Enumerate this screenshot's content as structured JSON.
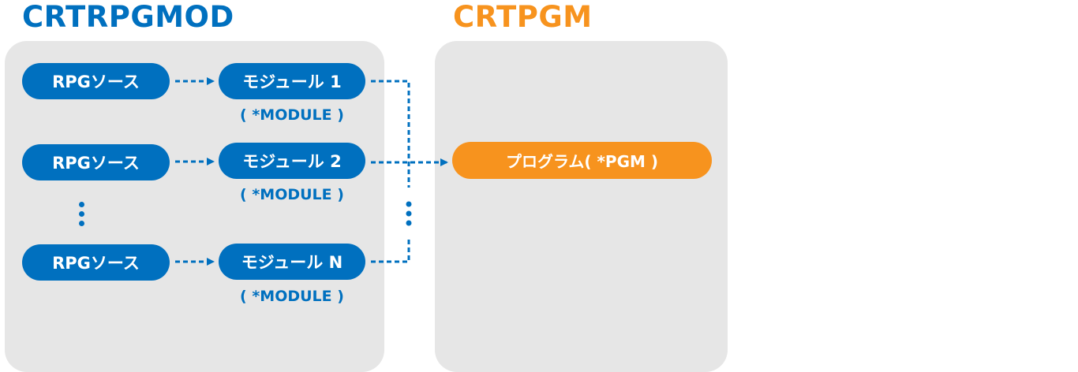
{
  "titles": {
    "left": "CRTRPGMOD",
    "right": "CRTPGM"
  },
  "colors": {
    "blue": "#0070bf",
    "orange": "#f7931e",
    "panel": "#e6e6e6"
  },
  "rows": [
    {
      "source": "RPGソース",
      "module": "モジュール 1",
      "module_type": "( *MODULE )"
    },
    {
      "source": "RPGソース",
      "module": "モジュール 2",
      "module_type": "( *MODULE )"
    },
    {
      "source": "RPGソース",
      "module": "モジュール N",
      "module_type": "( *MODULE )"
    }
  ],
  "program": {
    "label": "プログラム( *PGM )"
  },
  "ellipsis_icon": "vertical-ellipsis"
}
